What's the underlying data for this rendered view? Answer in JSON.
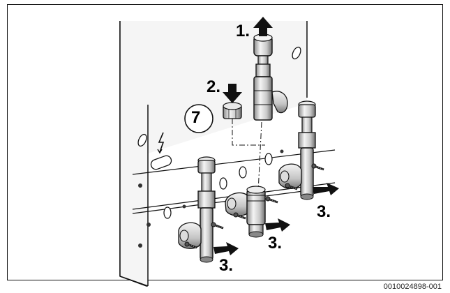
{
  "labels": {
    "step1": "1.",
    "step2": "2.",
    "step3a": "3.",
    "step3b": "3.",
    "step3c": "3.",
    "part_number": "7"
  },
  "reference_code": "0010024898-001",
  "colors": {
    "line": "#111111",
    "wall": "#f3f3f3",
    "metal_light": "#f2f2f2",
    "metal_mid": "#c8c8c8",
    "metal_dark": "#7a7a7a",
    "arrow": "#111111"
  },
  "icons": {
    "electric": "lightning-icon"
  }
}
